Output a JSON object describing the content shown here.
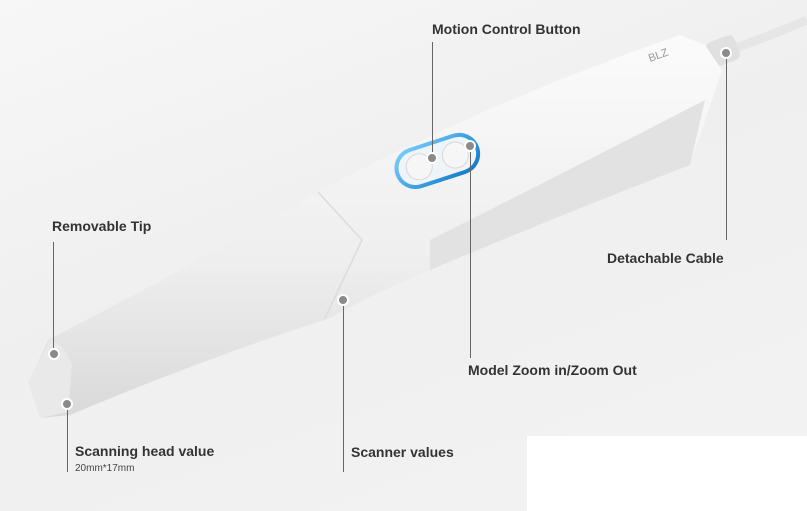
{
  "product": {
    "logo_text": "BLZ"
  },
  "callouts": {
    "motion_control": "Motion Control Button",
    "removable_tip": "Removable Tip",
    "detachable_cable": "Detachable Cable",
    "model_zoom": "Model Zoom in/Zoom Out",
    "scanning_head": "Scanning head value",
    "scanning_head_size": "20mm*17mm",
    "scanner_values": "Scanner values"
  },
  "colors": {
    "button_ring": "#1a9be0",
    "body": "#f4f4f4",
    "label": "#333333"
  }
}
